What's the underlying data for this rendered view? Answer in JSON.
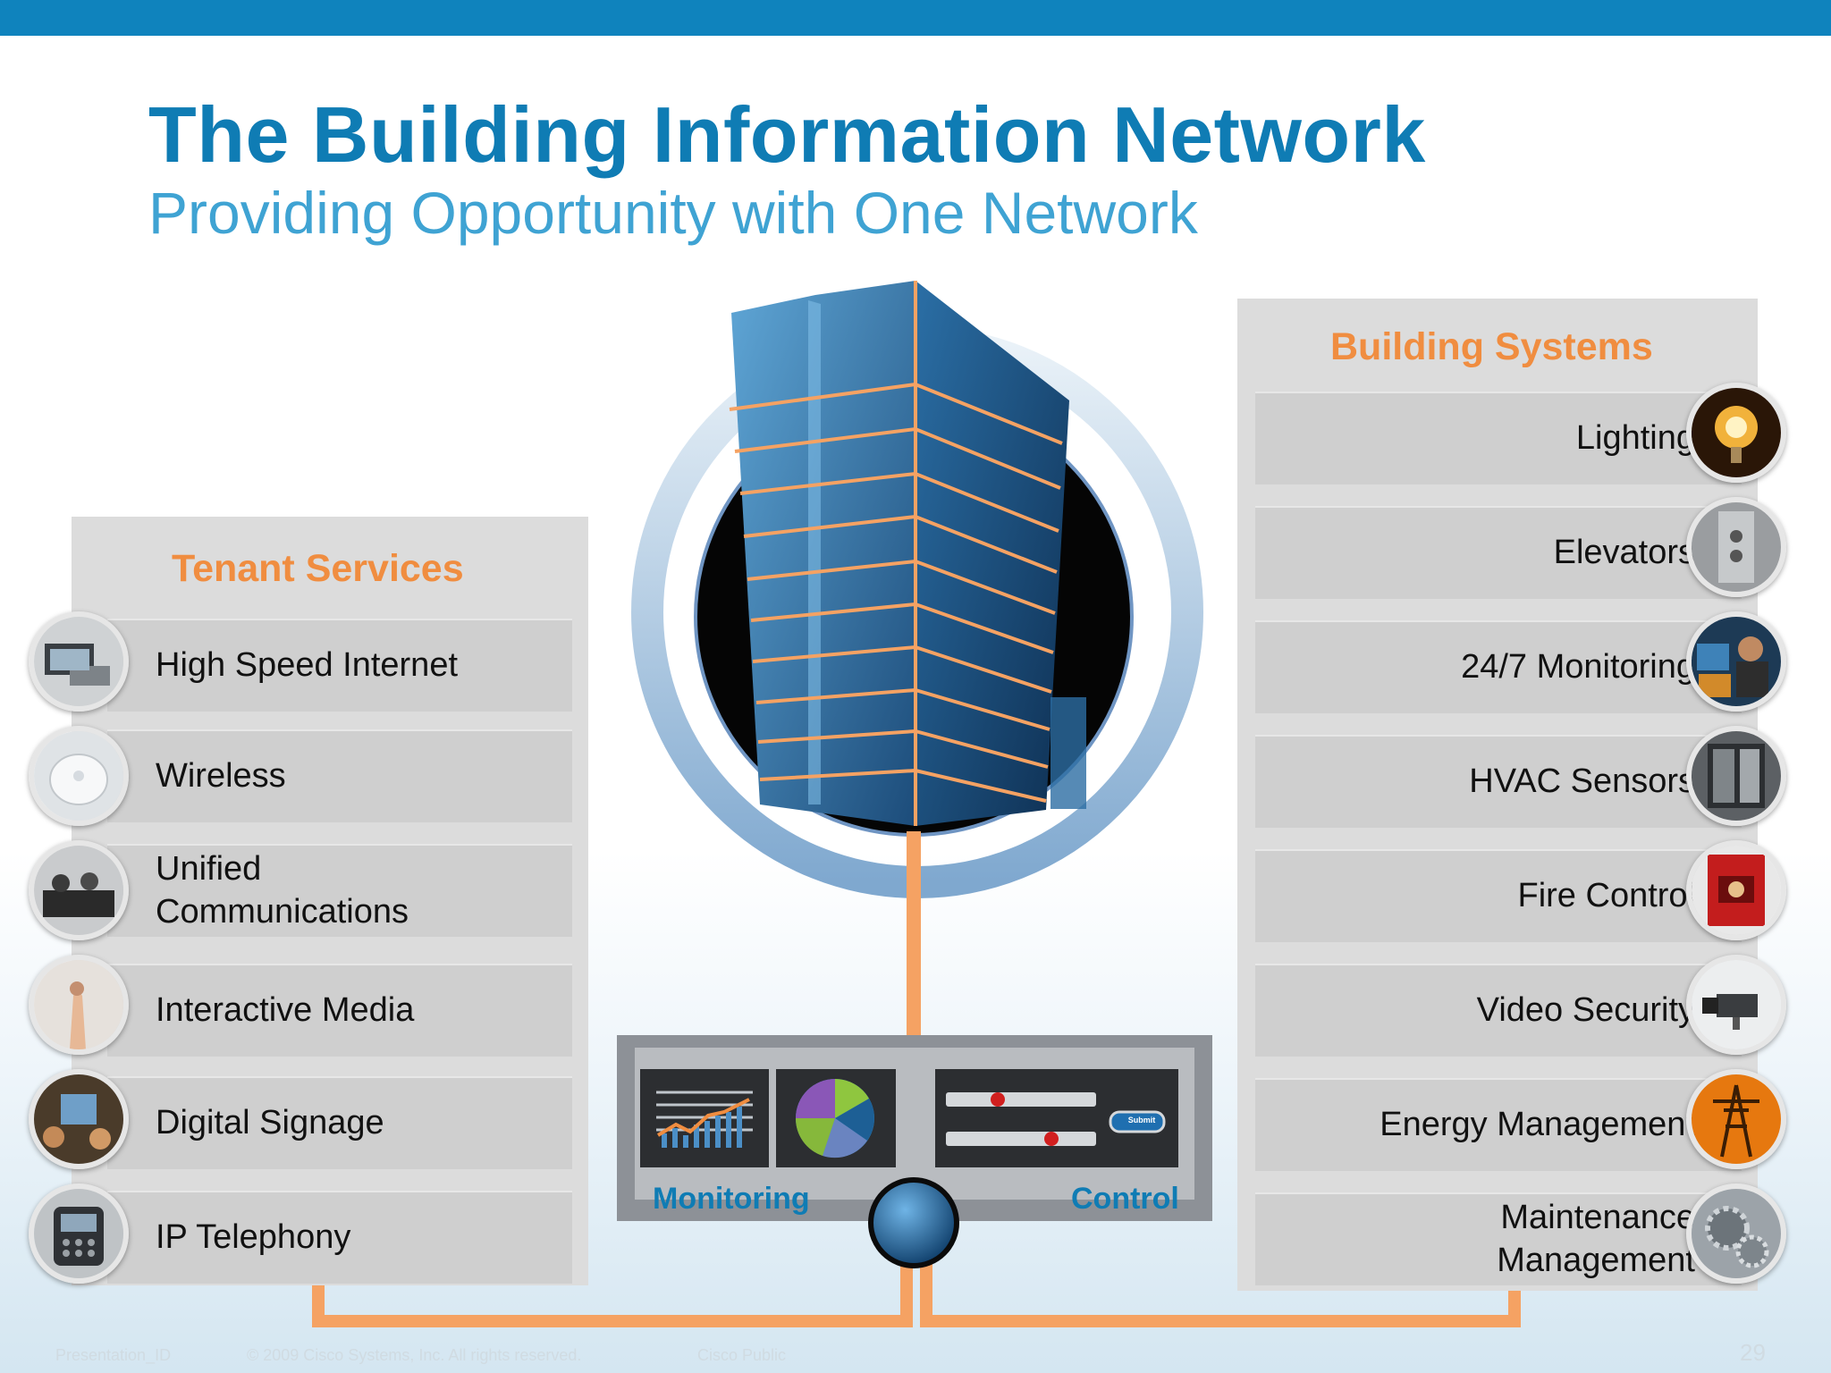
{
  "slide": {
    "title": "The Building Information Network",
    "subtitle": "Providing Opportunity with One Network"
  },
  "tenant_services": {
    "heading": "Tenant Services",
    "items": [
      {
        "label": "High Speed Internet",
        "icon": "internet-icon"
      },
      {
        "label": "Wireless",
        "icon": "wireless-icon"
      },
      {
        "label": "Unified\nCommunications",
        "icon": "communications-icon"
      },
      {
        "label": "Interactive Media",
        "icon": "interactive-media-icon"
      },
      {
        "label": "Digital Signage",
        "icon": "digital-signage-icon"
      },
      {
        "label": "IP Telephony",
        "icon": "ip-phone-icon"
      }
    ]
  },
  "building_systems": {
    "heading": "Building Systems",
    "items": [
      {
        "label": "Lighting",
        "icon": "light-bulb-icon"
      },
      {
        "label": "Elevators",
        "icon": "elevator-icon"
      },
      {
        "label": "24/7 Monitoring",
        "icon": "monitoring-icon"
      },
      {
        "label": "HVAC Sensors",
        "icon": "hvac-sensor-icon"
      },
      {
        "label": "Fire Control",
        "icon": "fire-alarm-icon"
      },
      {
        "label": "Video Security",
        "icon": "security-camera-icon"
      },
      {
        "label": "Energy Management",
        "icon": "power-tower-icon"
      },
      {
        "label": "Maintenance\nManagement",
        "icon": "gears-icon"
      }
    ]
  },
  "dashboard": {
    "monitoring_label": "Monitoring",
    "control_label": "Control",
    "submit_label": "Submit"
  },
  "footer": {
    "presentation_id": "Presentation_ID",
    "copyright": "© 2009 Cisco Systems, Inc. All rights reserved.",
    "classification": "Cisco Public",
    "page_number": "29"
  },
  "colors": {
    "topbar": "#0f83bd",
    "title": "#0f7cb4",
    "subtitle": "#3fa3d3",
    "heading_orange": "#f08d40",
    "connector_orange": "#f5a263",
    "panel_gray": "#dcdcdc"
  }
}
